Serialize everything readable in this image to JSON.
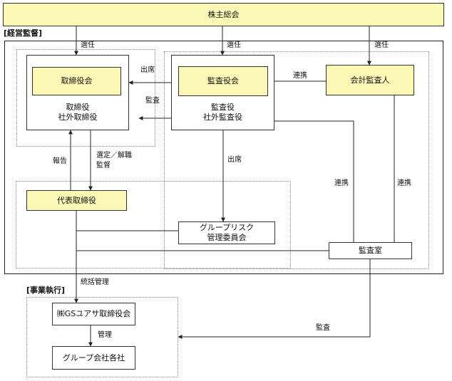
{
  "boxes": {
    "shareholders": "株主総会",
    "board": "取締役会",
    "board_members": "取締役\n社外取締役",
    "audit_board": "監査役会",
    "auditors": "監査役\n社外監査役",
    "accounting_auditor": "会計監査人",
    "president": "代表取締役",
    "risk_committee": "グループリスク\n管理委員会",
    "audit_office": "監査室",
    "gs_yuasa_board": "㈱GSユアサ取締役会",
    "group_companies": "グループ会社各社"
  },
  "sections": {
    "management_oversight": "[経営監督]",
    "business_execution": "[事業執行]"
  },
  "labels": {
    "appoint_1": "選任",
    "appoint_2": "選任",
    "appoint_3": "選任",
    "attend_1": "出席",
    "audit_1": "監査",
    "cooperate_1": "連携",
    "report": "報告",
    "appoint_dismiss": "選定／解職",
    "supervise": "監督",
    "attend_2": "出席",
    "cooperate_2": "連携",
    "cooperate_3": "連携",
    "overall_management": "統括管理",
    "management": "管理",
    "audit_2": "監査"
  }
}
